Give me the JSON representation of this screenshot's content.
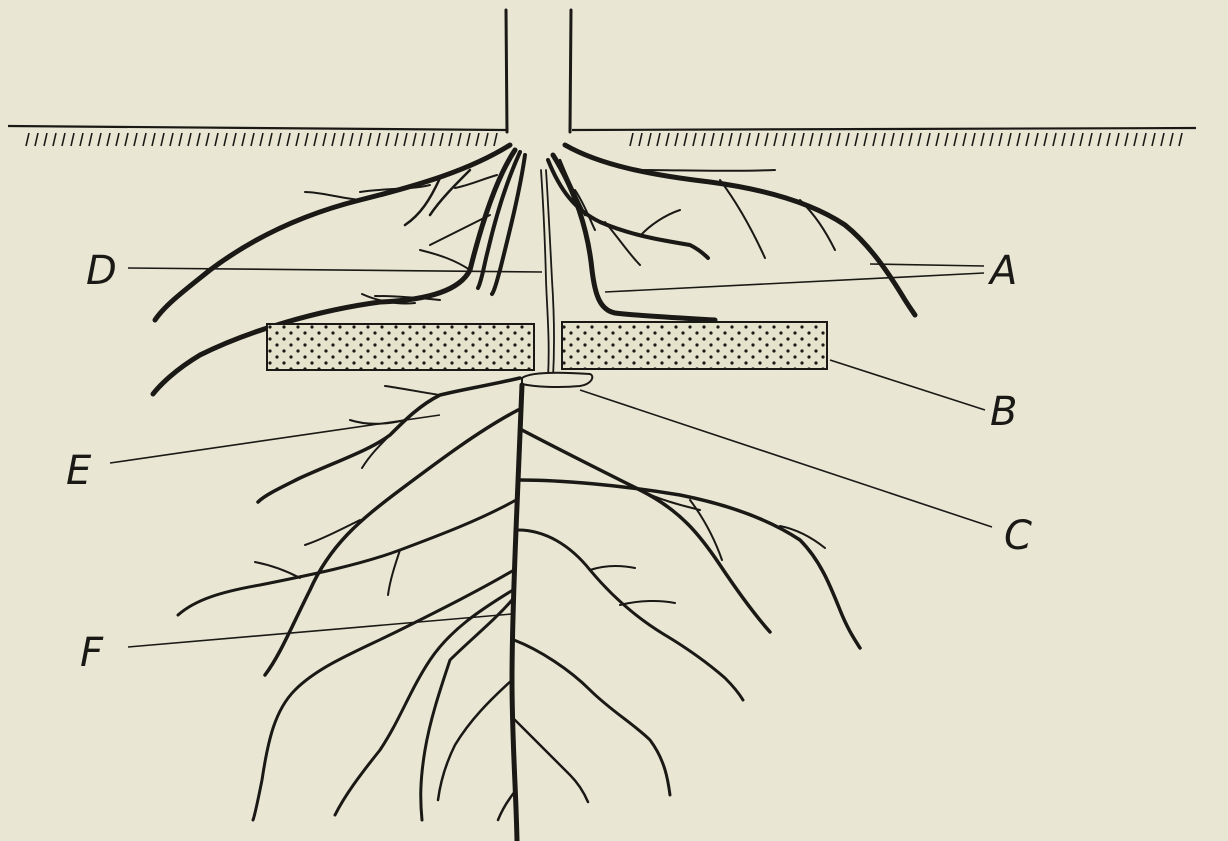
{
  "labels": {
    "A": "A",
    "B": "B",
    "C": "C",
    "D": "D",
    "E": "E",
    "F": "F"
  },
  "colors": {
    "paper": "#e9e7d3",
    "ink": "#1a1916",
    "layer_fill": "#e6e3cc"
  }
}
